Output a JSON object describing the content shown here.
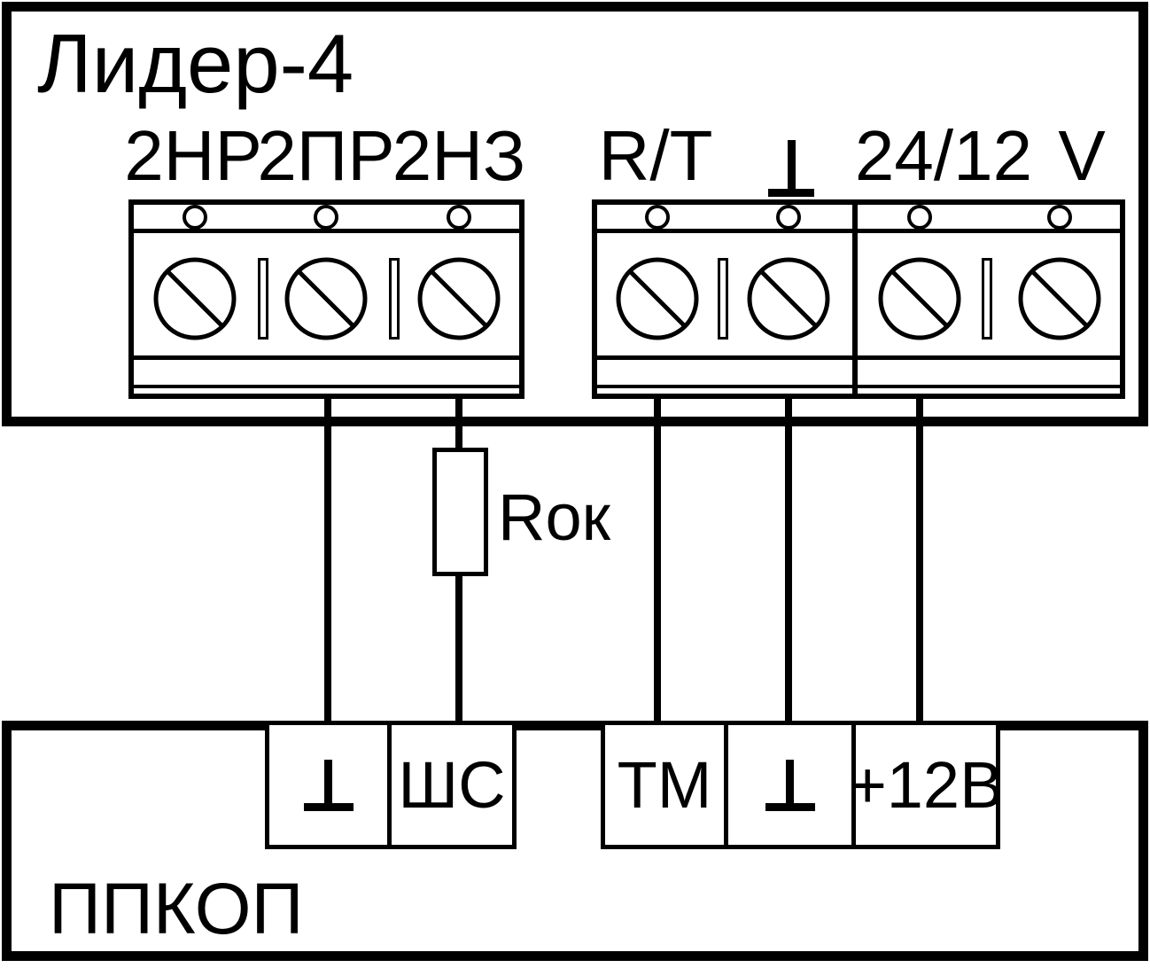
{
  "top_device": {
    "name": "Лидер-4",
    "terminals": [
      {
        "label": "2НР"
      },
      {
        "label": "2ПР"
      },
      {
        "label": "2НЗ"
      },
      {
        "label": "R/T"
      },
      {
        "label": "⊥",
        "symbol": "ground-common"
      },
      {
        "label": "24/12"
      },
      {
        "label": "V"
      }
    ]
  },
  "resistor": {
    "label": "Rок"
  },
  "bottom_device": {
    "name": "ППКОП",
    "terminals": [
      {
        "label": "⊥",
        "symbol": "ground-common"
      },
      {
        "label": "ШС"
      },
      {
        "label": "ТМ"
      },
      {
        "label": "⊥",
        "symbol": "ground-common"
      },
      {
        "label": "+12В"
      }
    ]
  },
  "connections": [
    {
      "from": "2ПР",
      "to": "⊥"
    },
    {
      "from": "2НЗ",
      "to": "ШС",
      "via": "Rок"
    },
    {
      "from": "R/T",
      "to": "ТМ"
    },
    {
      "from": "⊥",
      "to": "⊥"
    },
    {
      "from": "24/12",
      "to": "+12В"
    }
  ],
  "colors": {
    "ink": "#000000",
    "background": "#ffffff"
  }
}
